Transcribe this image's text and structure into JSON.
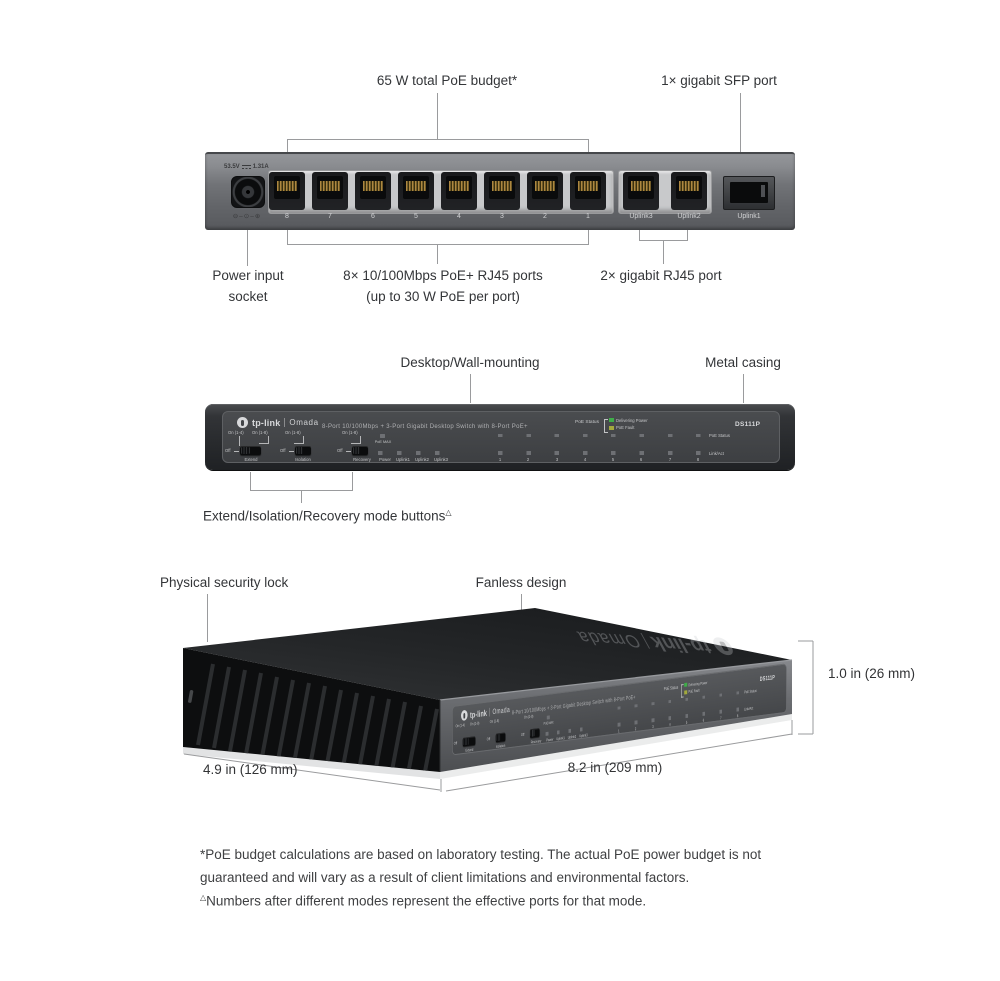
{
  "callouts": {
    "poe_budget": "65 W total PoE budget*",
    "sfp": "1× gigabit SFP port",
    "power_1": "Power input",
    "power_2": "socket",
    "rj45_1": "8× 10/100Mbps PoE+ RJ45 ports",
    "rj45_2": "(up to 30 W PoE per port)",
    "uplinks": "2× gigabit RJ45 port",
    "desktop": "Desktop/Wall-mounting",
    "metal": "Metal casing",
    "modes": "Extend/Isolation/Recovery mode buttons",
    "modes_sup": "△",
    "lock": "Physical security lock",
    "fanless": "Fanless design"
  },
  "rear": {
    "voltage": "53.5V",
    "current": "1.31A",
    "polarity_icon": "⊖–⊙–⊕",
    "ports": [
      "8",
      "7",
      "6",
      "5",
      "4",
      "3",
      "2",
      "1"
    ],
    "uplink3": "Uplink3",
    "uplink2": "Uplink2",
    "uplink1": "Uplink1"
  },
  "panel": {
    "brand": "tp-link",
    "family": "Omada",
    "subtitle": "8-Port 10/100Mbps + 3-Port Gigabit Desktop Switch with 8-Port PoE+",
    "model": "DS111P",
    "extend": {
      "on1": "On (1-4)",
      "on2": "On (1-8)",
      "off": "Off",
      "name": "Extend"
    },
    "isolation": {
      "on": "On (1-8)",
      "off": "Off",
      "name": "Isolation"
    },
    "recovery": {
      "on": "On (1-8)",
      "off": "Off",
      "name": "Recovery"
    },
    "poe_max": "PoE MAX",
    "power": "Power",
    "uplink1": "Uplink1",
    "uplink2": "Uplink2",
    "uplink3": "Uplink3",
    "ports": [
      "1",
      "2",
      "3",
      "4",
      "5",
      "6",
      "7",
      "8"
    ],
    "legend_label": "PoE Status",
    "legend_green": "Delivering Power",
    "legend_yellow": "PoE Fault",
    "row_poe": "PoE Status",
    "row_link": "Link/Act"
  },
  "colors": {
    "legend_green": "#3fae49",
    "legend_yellow": "#a3aa3d"
  },
  "dims": {
    "height": "1.0 in (26 mm)",
    "depth": "4.9 in (126 mm)",
    "width": "8.2 in (209 mm)"
  },
  "footnotes": {
    "l1": "*PoE budget calculations are based on laboratory testing. The actual PoE power budget is not",
    "l2": "guaranteed and will vary as a result of client limitations and environmental factors.",
    "l3_sup": "△",
    "l3": "Numbers after different modes represent the effective ports for that mode."
  }
}
